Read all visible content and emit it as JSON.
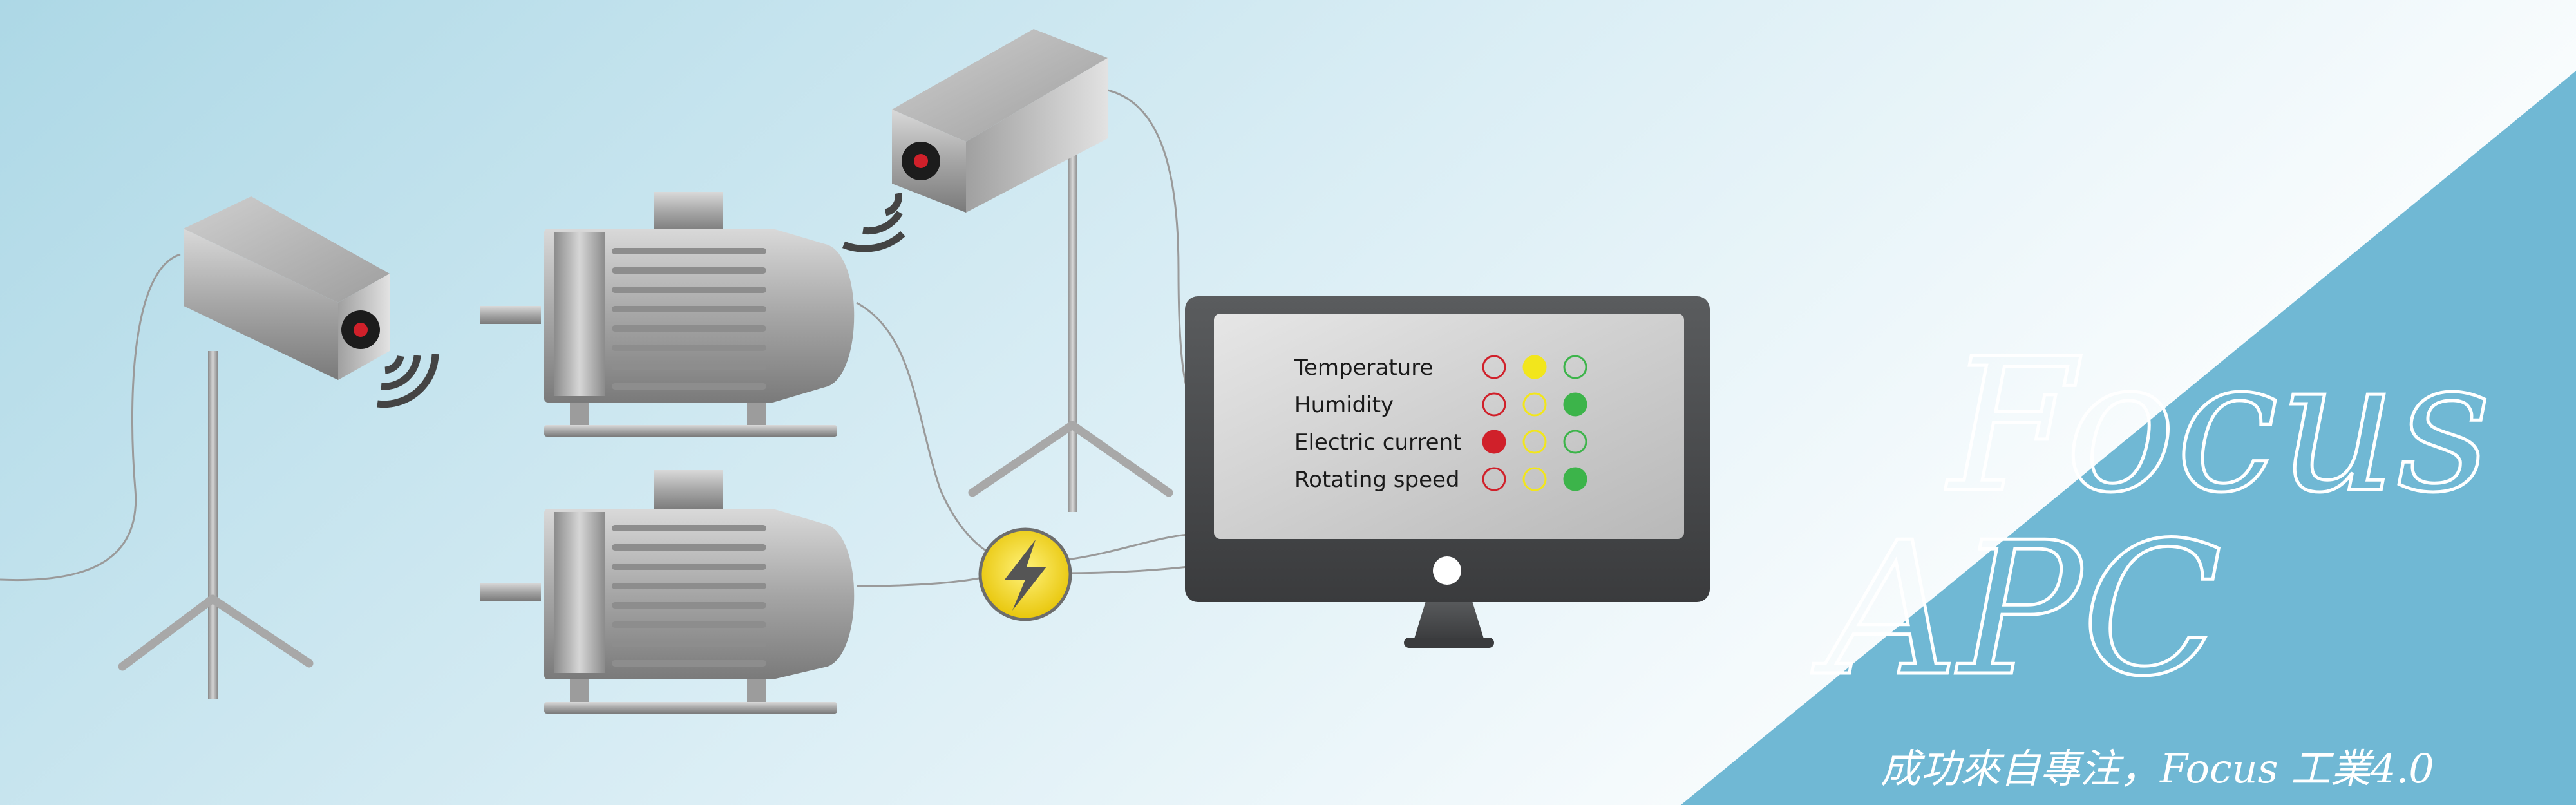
{
  "dashboard": {
    "metrics": [
      {
        "label": "Temperature",
        "active": 1
      },
      {
        "label": "Humidity",
        "active": 2
      },
      {
        "label": "Electric current",
        "active": 0
      },
      {
        "label": "Rotating speed",
        "active": 2
      }
    ],
    "indicator_colors": [
      "#d0202a",
      "#f2e61c",
      "#3cb44a"
    ]
  },
  "brand": {
    "line1": "Focus",
    "line2": "APC",
    "tagline": "成功來自專注，Focus 工業4.0"
  },
  "colors": {
    "background_light": "#f4f9fb",
    "background_blue": "#b2d9e8",
    "triangle_blue": "#70b8d4",
    "monitor_frame": "#4b4d4f",
    "power_yellow": "#f5d520"
  },
  "icons": [
    "sensor-camera-icon",
    "wireless-signal-icon",
    "electric-motor-icon",
    "lightning-bolt-icon",
    "monitor-icon"
  ]
}
